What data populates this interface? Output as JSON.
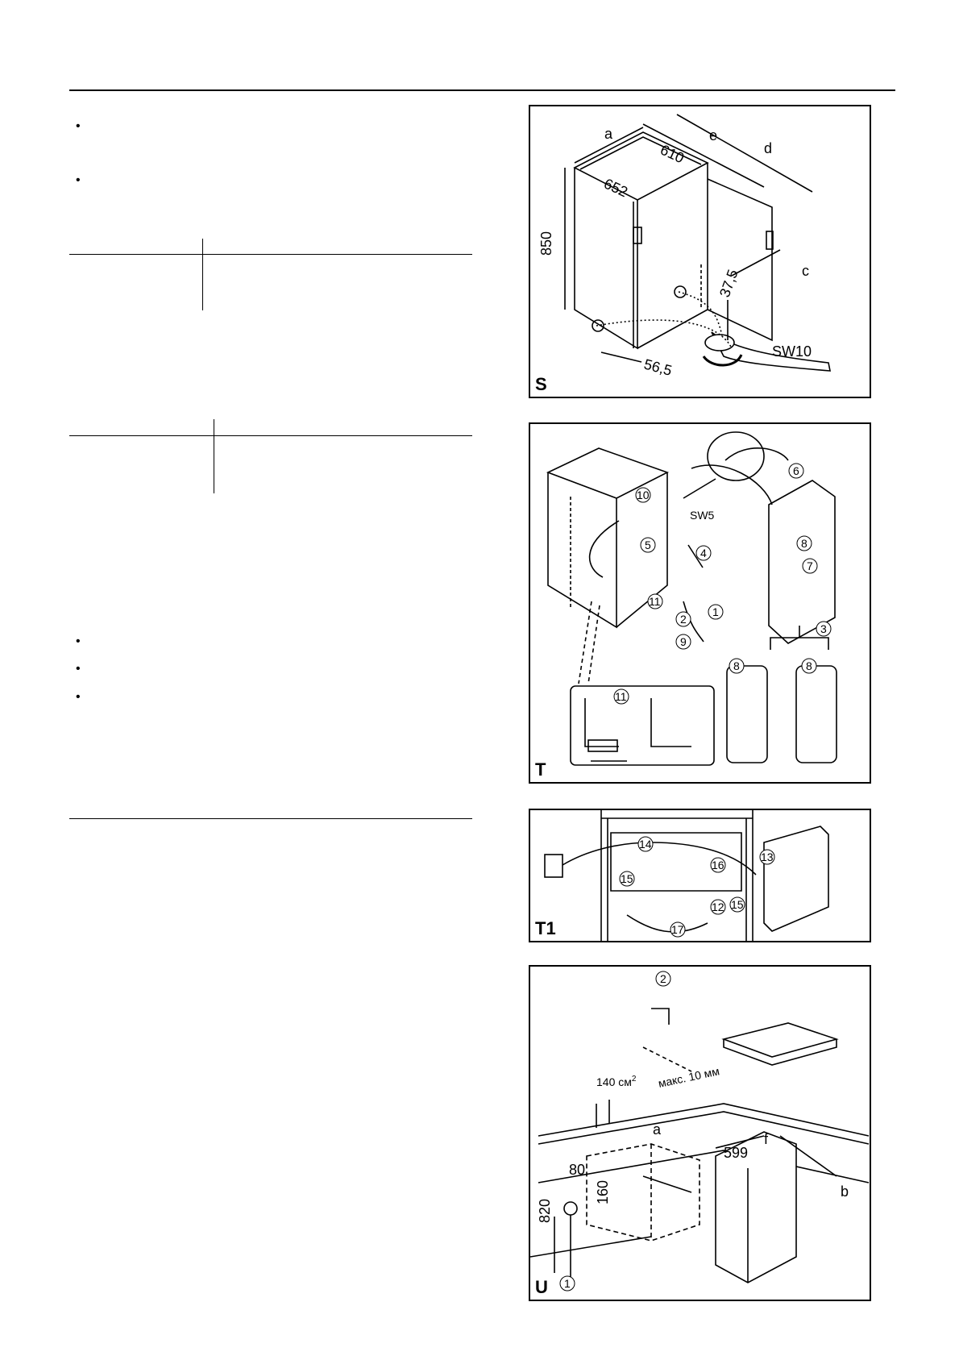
{
  "figures": {
    "S": {
      "label": "S",
      "dims": {
        "a": "a",
        "d": "d",
        "e": "e",
        "c": "c",
        "w610": "610",
        "w652": "652",
        "h850": "850",
        "d37": "37,5",
        "d56": "56,5",
        "wrench": "SW10"
      }
    },
    "T": {
      "label": "T",
      "wrench": "SW5",
      "steps": [
        "1",
        "2",
        "3",
        "4",
        "5",
        "6",
        "7",
        "8",
        "9",
        "10",
        "11"
      ]
    },
    "T1": {
      "label": "T1",
      "steps": [
        "12",
        "13",
        "14",
        "15",
        "16",
        "17"
      ]
    },
    "U": {
      "label": "U",
      "vent": "140 см",
      "vent_sup": "2",
      "gap": "макс. 10 мм",
      "dims": {
        "a": "a",
        "f": "f",
        "b": "b",
        "w599": "599",
        "h820": "820",
        "d80": "80",
        "d160": "160"
      },
      "steps": [
        "1",
        "2"
      ]
    }
  }
}
